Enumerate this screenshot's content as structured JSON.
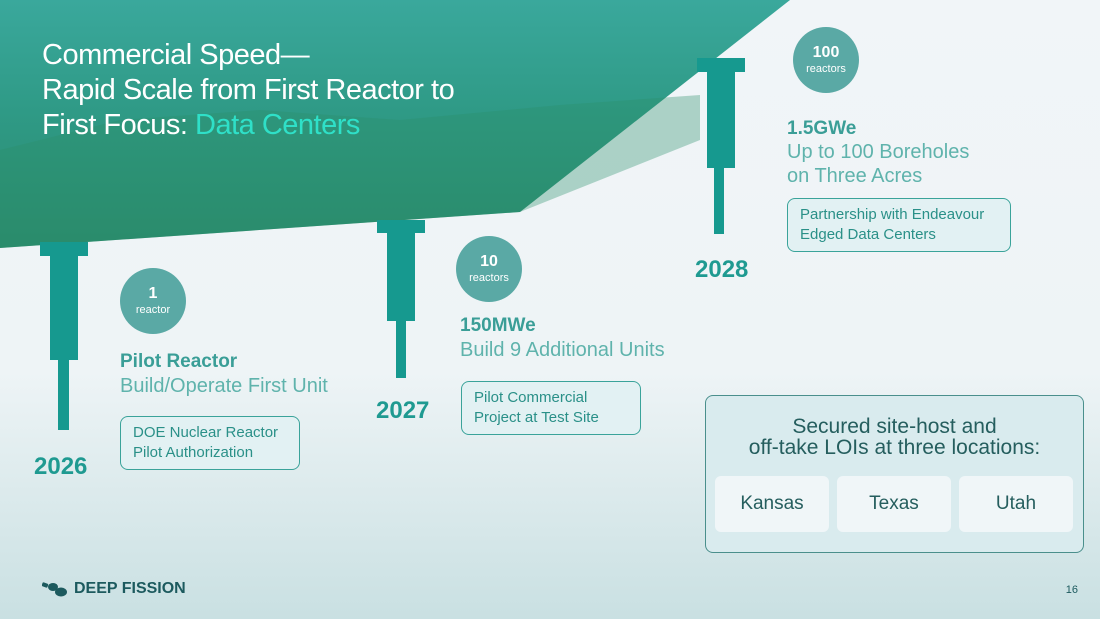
{
  "title": {
    "line1": "Commercial Speed—",
    "line2": "Rapid Scale from First Reactor to",
    "line3_prefix": "First Focus: ",
    "line3_highlight": "Data Centers"
  },
  "milestones": [
    {
      "year": "2026",
      "count": "1",
      "unit": "reactor",
      "heading": "Pilot Reactor",
      "subtitle": "Build/Operate First Unit",
      "box_line1": "DOE Nuclear Reactor",
      "box_line2": "Pilot Authorization"
    },
    {
      "year": "2027",
      "count": "10",
      "unit": "reactors",
      "heading": "150MWe",
      "subtitle": "Build 9 Additional Units",
      "box_line1": "Pilot Commercial",
      "box_line2": "Project at Test Site"
    },
    {
      "year": "2028",
      "count": "100",
      "unit": "reactors",
      "heading": "1.5GWe",
      "subtitle_line1": "Up to 100 Boreholes",
      "subtitle_line2": "on Three Acres",
      "box_line1": "Partnership with Endeavour",
      "box_line2": "Edged Data Centers"
    }
  ],
  "loi": {
    "line1": "Secured site-host and",
    "line2": "off-take LOIs at three locations:",
    "locations": [
      "Kansas",
      "Texas",
      "Utah"
    ]
  },
  "footer": {
    "brand": "DEEP FISSION",
    "page": "16"
  },
  "colors": {
    "teal": "#16998f",
    "highlight": "#2fe0c8"
  }
}
